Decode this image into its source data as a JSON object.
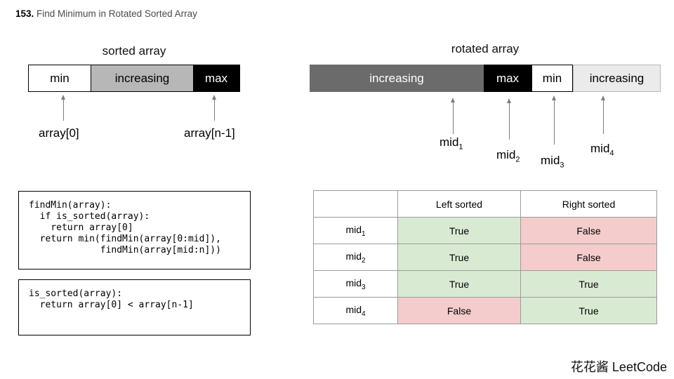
{
  "title": {
    "number": "153.",
    "text": " Find Minimum in Rotated Sorted Array"
  },
  "sorted_diagram": {
    "caption": "sorted array",
    "segments": [
      {
        "label": "min"
      },
      {
        "label": "increasing"
      },
      {
        "label": "max"
      }
    ],
    "pointers": [
      {
        "label": "array[0]"
      },
      {
        "label": "array[n-1]"
      }
    ]
  },
  "rotated_diagram": {
    "caption": "rotated array",
    "segments": [
      {
        "label": "increasing"
      },
      {
        "label": "max"
      },
      {
        "label": "min"
      },
      {
        "label": "increasing"
      }
    ],
    "pointers": [
      {
        "base": "mid",
        "sub": "1"
      },
      {
        "base": "mid",
        "sub": "2"
      },
      {
        "base": "mid",
        "sub": "3"
      },
      {
        "base": "mid",
        "sub": "4"
      }
    ]
  },
  "code_blocks": [
    {
      "code": "findMin(array):\n  if is_sorted(array):\n    return array[0]\n  return min(findMin(array[0:mid]),\n             findMin(array[mid:n]))"
    },
    {
      "code": "is_sorted(array):\n  return array[0] < array[n-1]"
    }
  ],
  "table": {
    "headers": [
      "",
      "Left sorted",
      "Right sorted"
    ],
    "rows": [
      {
        "base": "mid",
        "sub": "1",
        "left": "True",
        "right": "False"
      },
      {
        "base": "mid",
        "sub": "2",
        "left": "True",
        "right": "False"
      },
      {
        "base": "mid",
        "sub": "3",
        "left": "True",
        "right": "True"
      },
      {
        "base": "mid",
        "sub": "4",
        "left": "False",
        "right": "True"
      }
    ]
  },
  "footer": {
    "brand": "花花酱 LeetCode"
  },
  "colors": {
    "bar_medium_gray": "#b7b7b7",
    "bar_dark_gray": "#6b6b6b",
    "bar_light_gray": "#ebebeb",
    "bar_black": "#000000",
    "true_green": "#d9ead3",
    "false_red": "#f4cccc",
    "table_border": "#9b9b9b"
  }
}
